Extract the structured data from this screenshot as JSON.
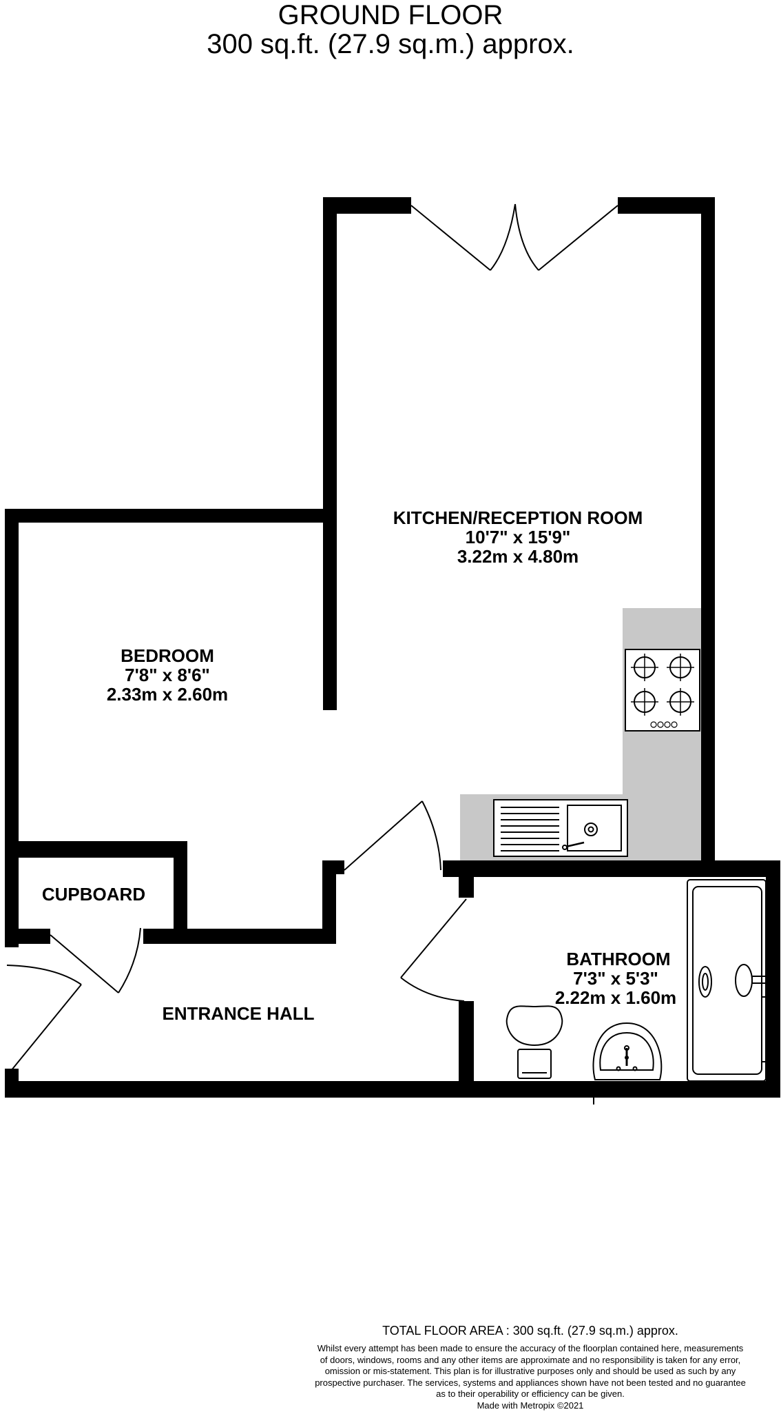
{
  "header": {
    "floor_name": "GROUND FLOOR",
    "floor_area": "300 sq.ft. (27.9 sq.m.) approx."
  },
  "rooms": {
    "kitchen": {
      "name": "KITCHEN/RECEPTION ROOM",
      "imperial": "10'7\"  x 15'9\"",
      "metric": "3.22m  x 4.80m"
    },
    "bedroom": {
      "name": "BEDROOM",
      "imperial": "7'8\"  x 8'6\"",
      "metric": "2.33m  x 2.60m"
    },
    "cupboard": {
      "name": "CUPBOARD"
    },
    "bathroom": {
      "name": "BATHROOM",
      "imperial": "7'3\"  x 5'3\"",
      "metric": "2.22m  x 1.60m"
    },
    "hall": {
      "name": "ENTRANCE HALL"
    }
  },
  "footer": {
    "total": "TOTAL FLOOR AREA : 300 sq.ft. (27.9 sq.m.) approx.",
    "disclaimer_lines": [
      "Whilst every attempt has been made to ensure the accuracy of the floorplan contained here, measurements",
      "of doors, windows, rooms and any other items are approximate and no responsibility is taken for any error,",
      "omission or mis-statement. This plan is for illustrative purposes only and should be used as such by any",
      "prospective purchaser. The services, systems and appliances shown have not been tested and no guarantee",
      "as to their operability or efficiency can be given."
    ],
    "made_with": "Made with Metropix ©2021"
  },
  "colors": {
    "wall": "#000000",
    "worktop": "#c8c8c8",
    "background": "#ffffff"
  }
}
